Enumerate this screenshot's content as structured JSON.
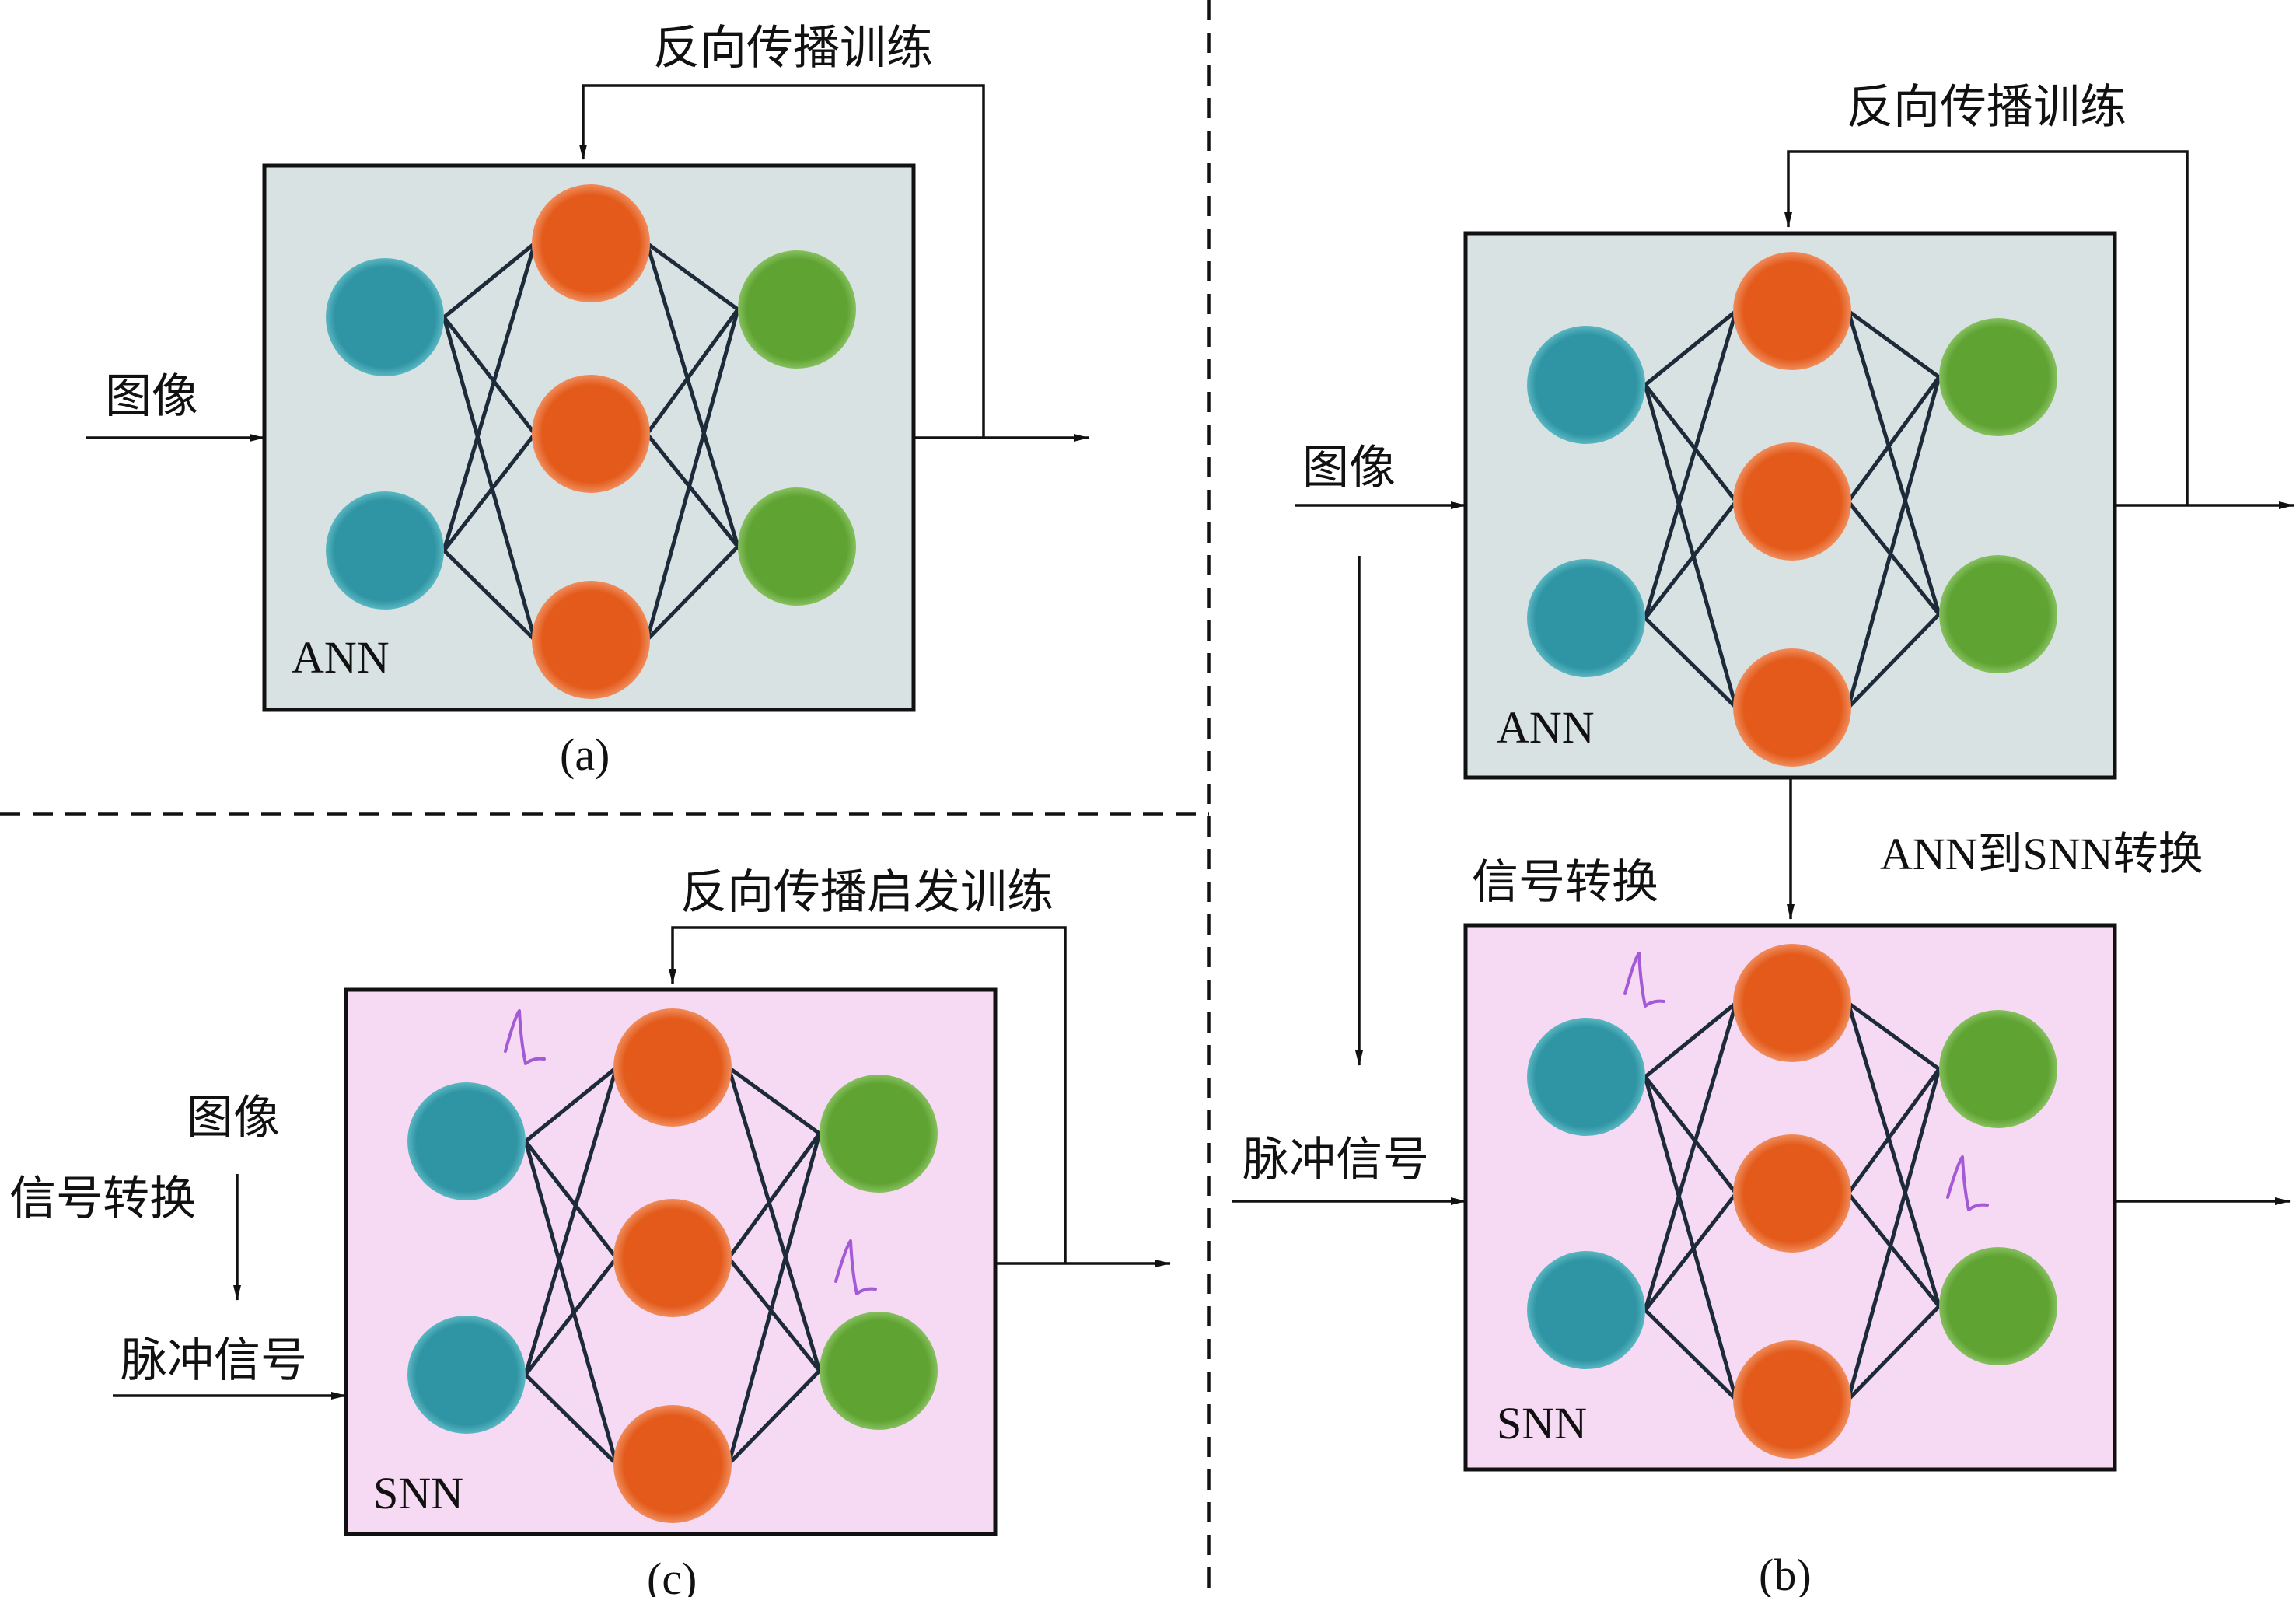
{
  "colors": {
    "ann_bg": "#d8e2e2",
    "snn_bg": "#f6d9f3",
    "input_neuron": "#2f94a3",
    "hidden_neuron": "#e35a1a",
    "output_neuron": "#5fa332",
    "spike": "#a25ad6"
  },
  "panel_a": {
    "caption": "(a)",
    "input_label": "图像",
    "feedback_label": "反向传播训练",
    "network_label": "ANN"
  },
  "panel_b": {
    "caption": "(b)",
    "input_label": "图像",
    "feedback_label": "反向传播训练",
    "ann_label": "ANN",
    "conversion_label": "ANN到SNN转换",
    "signal_conversion_label": "信号转换",
    "spike_input_label": "脉冲信号",
    "snn_label": "SNN"
  },
  "panel_c": {
    "caption": "(c)",
    "input_label": "图像",
    "signal_conversion_label": "信号转换",
    "spike_input_label": "脉冲信号",
    "feedback_label": "反向传播启发训练",
    "network_label": "SNN"
  }
}
